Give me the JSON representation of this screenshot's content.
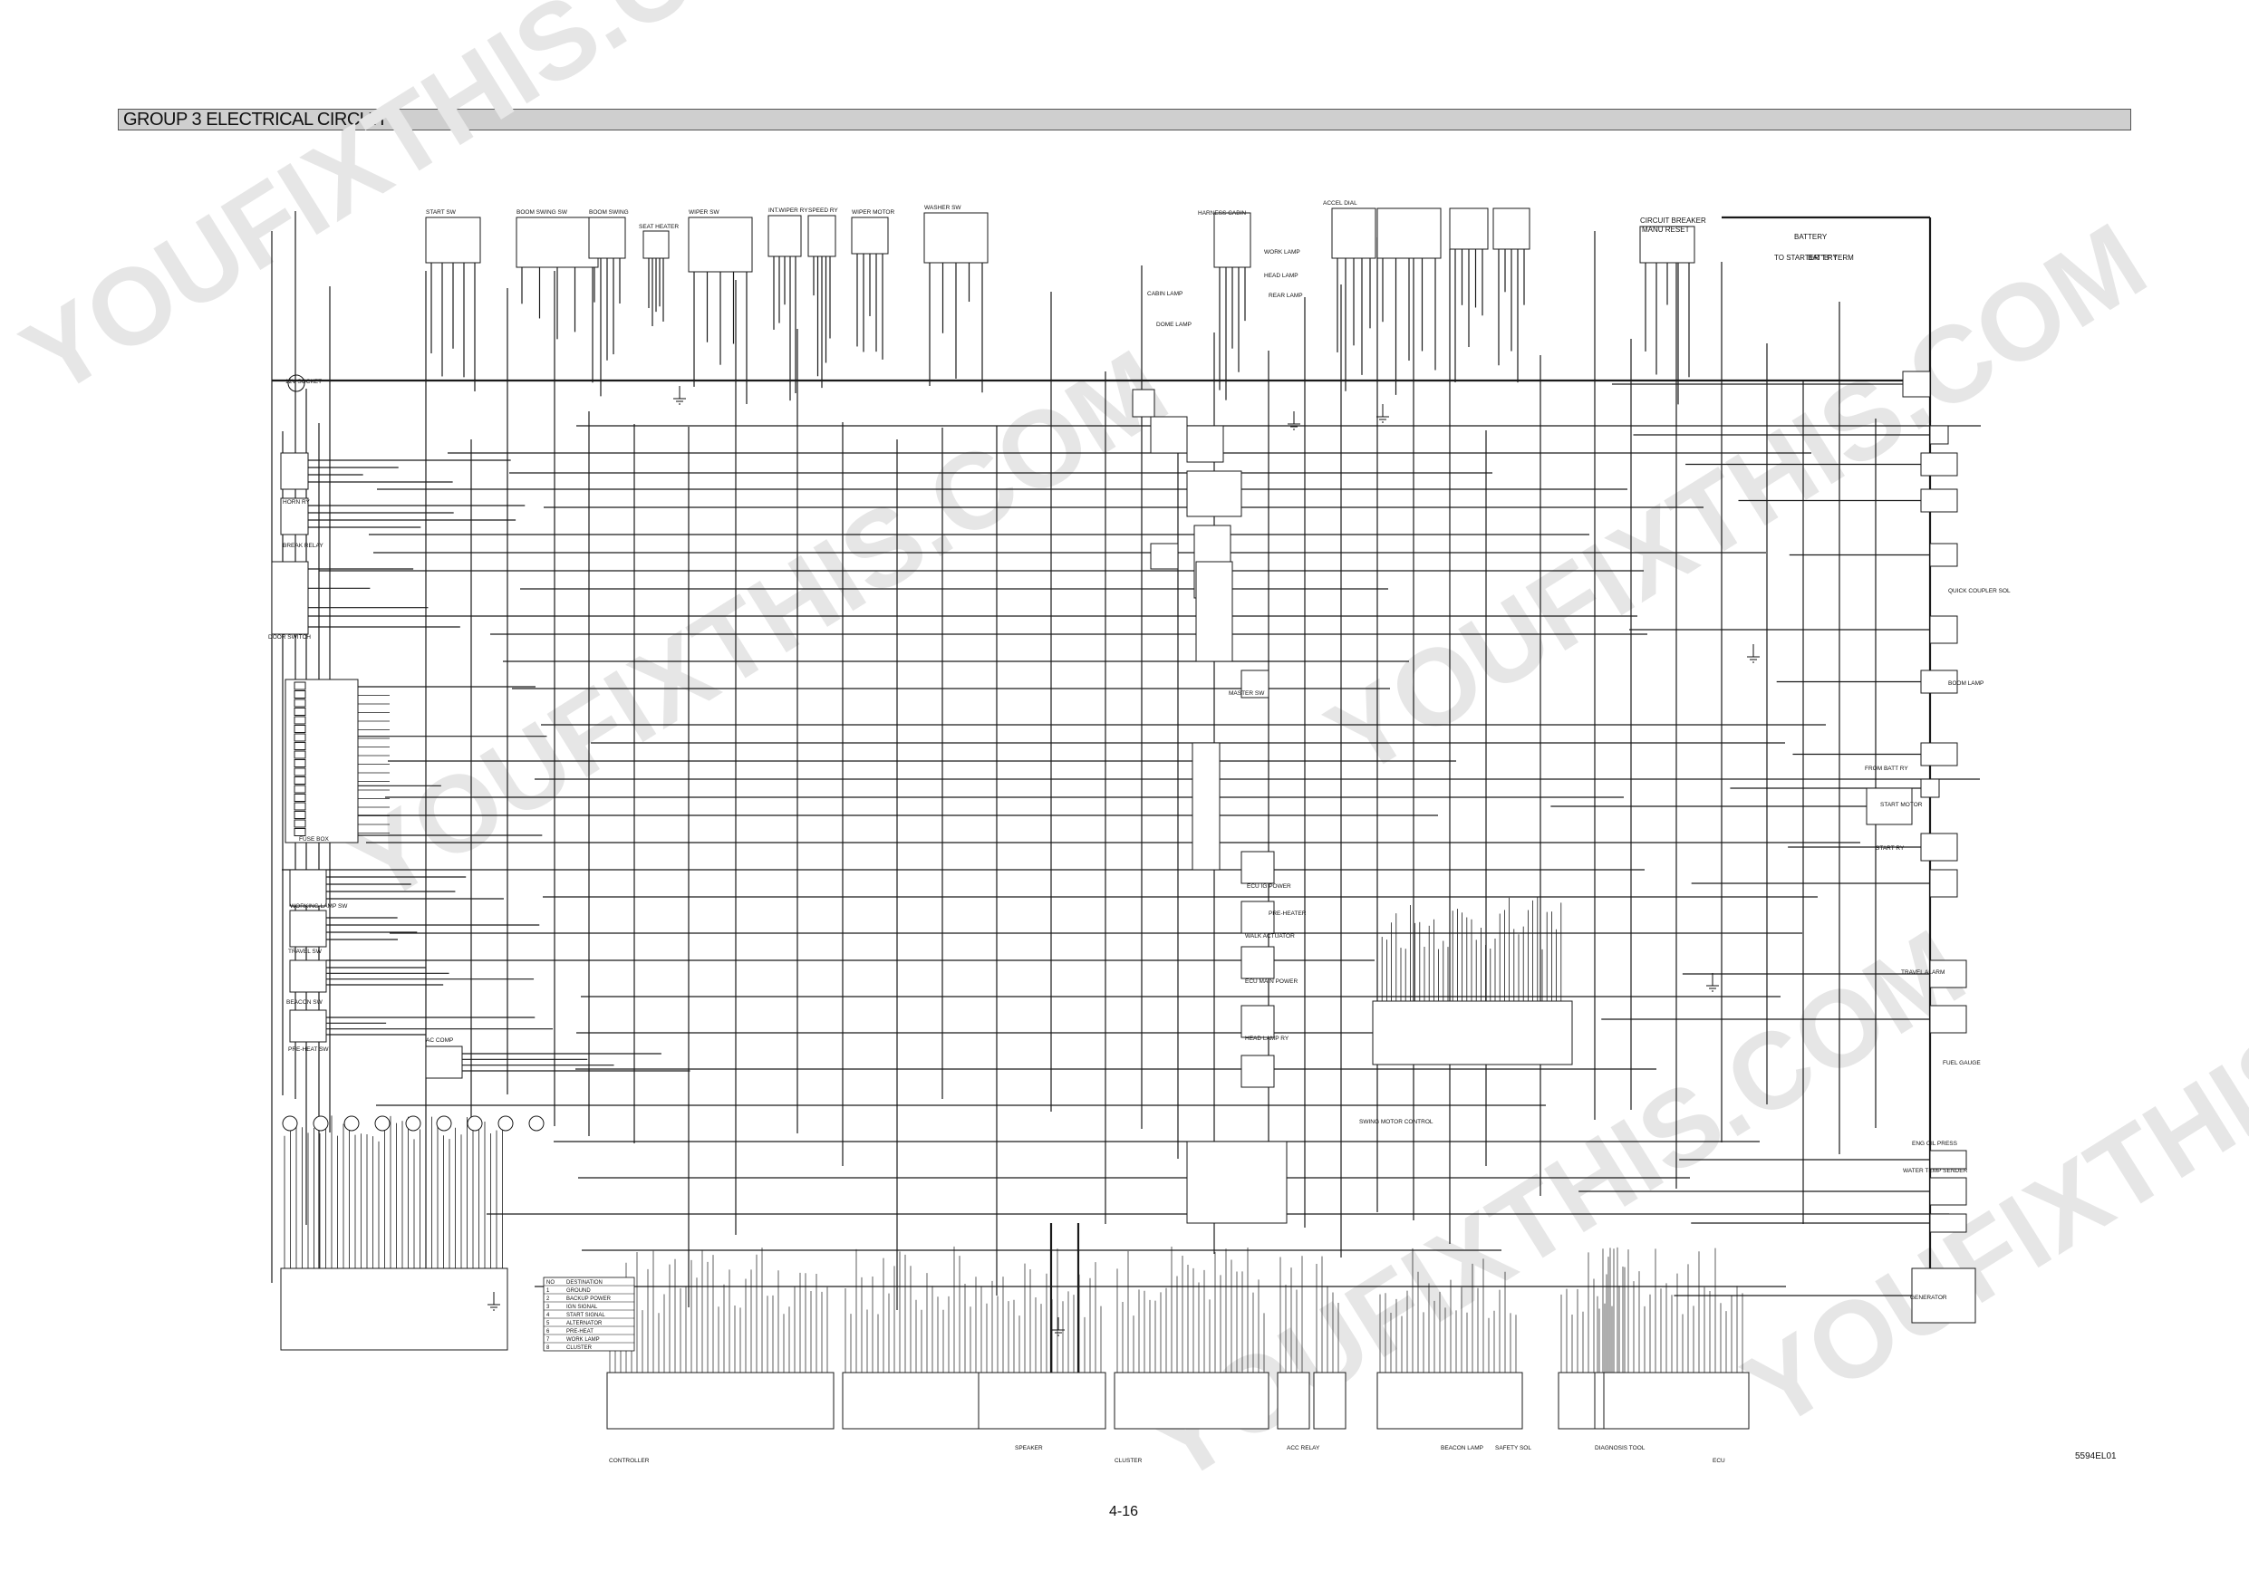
{
  "header": {
    "title": "GROUP  3  ELECTRICAL CIRCUIT"
  },
  "footer": {
    "page_number": "4-16",
    "drawing_code": "5594EL01"
  },
  "watermarks": [
    "YOUFIXTHIS.COM",
    "YOUFIXTHIS.COM",
    "YOUFIXTHIS.COM",
    "YOUFIXTHIS.COM",
    "YOUFIXTHIS.COM"
  ],
  "components": {
    "top": [
      "START SW",
      "BOOM SWING SW",
      "BOOM SWING",
      "SEAT HEATER",
      "WIPER SW",
      "INT.WIPER RY",
      "SPEED RY",
      "WIPER MOTOR",
      "WASHER SW",
      "HARNESS CABIN",
      "ACCEL DIAL",
      "CIRCUIT BREAKER",
      "MANU RESET",
      "BATTERY",
      "TO STARTER \"B\" TERM",
      "BATT RY"
    ],
    "left": [
      "12V SOCKET",
      "HORN RY",
      "BREAK RELAY",
      "DOOR SWITCH",
      "FUSE BOX",
      "WORKING LAMP SW",
      "TRAVEL SW",
      "BEACON SW",
      "PRE-HEAT SW",
      "AC COMP"
    ],
    "center": [
      "CABIN LAMP",
      "DOME LAMP",
      "HEAD LAMP",
      "WORK LAMP",
      "REAR LAMP",
      "MASTER SW",
      "ECU IG POWER",
      "WALK ACTUATOR",
      "ECU MAIN POWER",
      "HEAD LAMP RY",
      "BOOM LAMP",
      "QUICK COUPLER SOL",
      "START MOTOR",
      "FROM BATT RY",
      "START RY",
      "PRE-HEATER",
      "TRAVEL ALARM",
      "FUEL GAUGE",
      "SWING MOTOR CONTROL",
      "ENG OIL PRESS",
      "WATER TEMP SENDER",
      "GENERATOR"
    ],
    "bottom": [
      "CONTROLLER",
      "CLUSTER",
      "ECU",
      "DIAGNOSIS TOOL",
      "SPEAKER",
      "BEACON LAMP",
      "ACC RELAY",
      "SAFETY SOL"
    ]
  },
  "wire_table": {
    "headers": [
      "NO",
      "DESTINATION"
    ],
    "rows": [
      [
        "1",
        "GROUND"
      ],
      [
        "2",
        "BACKUP POWER"
      ],
      [
        "3",
        "IGN SIGNAL"
      ],
      [
        "4",
        "START SIGNAL"
      ],
      [
        "5",
        "ALTERNATOR"
      ],
      [
        "6",
        "PRE-HEAT"
      ],
      [
        "7",
        "WORK LAMP"
      ],
      [
        "8",
        "CLUSTER"
      ]
    ]
  },
  "colors": {
    "line": "#1a1a1a",
    "header_bar": "#cfcfcf",
    "watermark": "#e6e6e6"
  }
}
